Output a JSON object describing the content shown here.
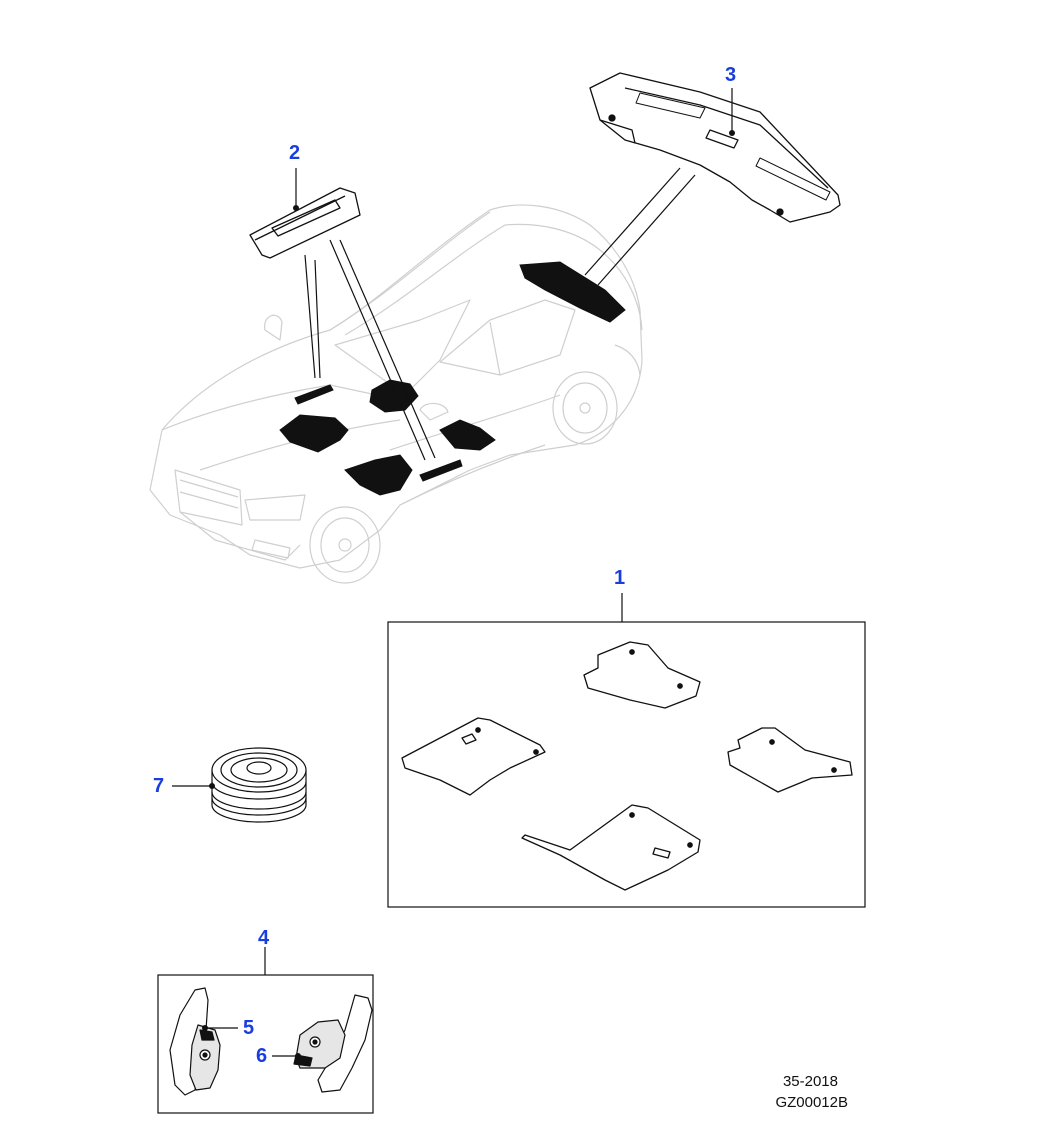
{
  "callouts": {
    "c1": "1",
    "c2": "2",
    "c3": "3",
    "c4": "4",
    "c5": "5",
    "c6": "6",
    "c7": "7"
  },
  "footer": {
    "page_code": "35-2018",
    "figure_id": "GZ00012B"
  },
  "colors": {
    "callout": "#1a3de0",
    "line": "#111111",
    "car_outline": "#cfcfcf"
  }
}
